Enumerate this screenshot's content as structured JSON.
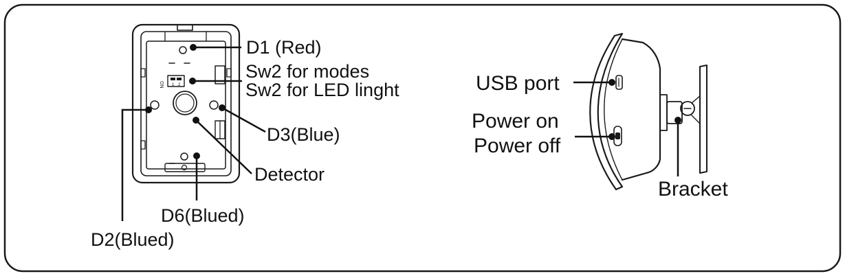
{
  "labels": {
    "d1": "D1 (Red)",
    "sw2_modes": "Sw2 for modes",
    "sw2_led": "Sw2 for LED linght",
    "d3": "D3(Blue)",
    "detector": "Detector",
    "d6": "D6(Blued)",
    "d2": "D2(Blued)",
    "usb_port": "USB port",
    "power_on": "Power on",
    "power_off": "Power off",
    "bracket": "Bracket"
  },
  "switch_marks": {
    "on": "ON",
    "one": "1",
    "two": "2"
  },
  "colors": {
    "line": "#1a1a1a",
    "text": "#111111",
    "background": "#ffffff"
  }
}
